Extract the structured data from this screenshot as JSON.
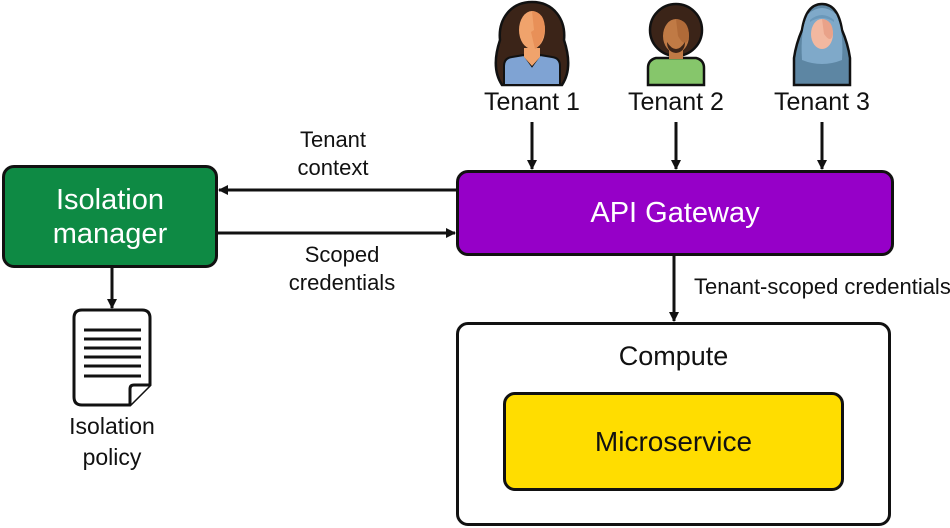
{
  "tenants": [
    {
      "label": "Tenant 1",
      "icon": "woman-long-hair-avatar",
      "hair": "#3b2418",
      "skin": "#f0a36c",
      "shirt": "#7fa3d3"
    },
    {
      "label": "Tenant 2",
      "icon": "man-afro-beard-avatar",
      "hair": "#3b2418",
      "skin": "#c07a45",
      "shirt": "#86c66b"
    },
    {
      "label": "Tenant 3",
      "icon": "woman-hijab-avatar",
      "hair": "#7fa9c9",
      "skin": "#f2b8a0",
      "shirt": "#5d86a3"
    }
  ],
  "isolation_manager": {
    "line1": "Isolation",
    "line2": "manager",
    "color": "#0e8a44"
  },
  "api_gateway": {
    "label": "API Gateway",
    "color": "#9600c8"
  },
  "compute": {
    "label": "Compute"
  },
  "microservice": {
    "label": "Microservice",
    "color": "#ffdd00"
  },
  "edges": {
    "tenant_context": {
      "line1": "Tenant",
      "line2": "context"
    },
    "scoped_credentials": {
      "line1": "Scoped",
      "line2": "credentials"
    },
    "tenant_scoped_credentials": "Tenant-scoped credentials"
  },
  "isolation_policy": {
    "line1": "Isolation",
    "line2": "policy",
    "icon": "document-icon"
  }
}
